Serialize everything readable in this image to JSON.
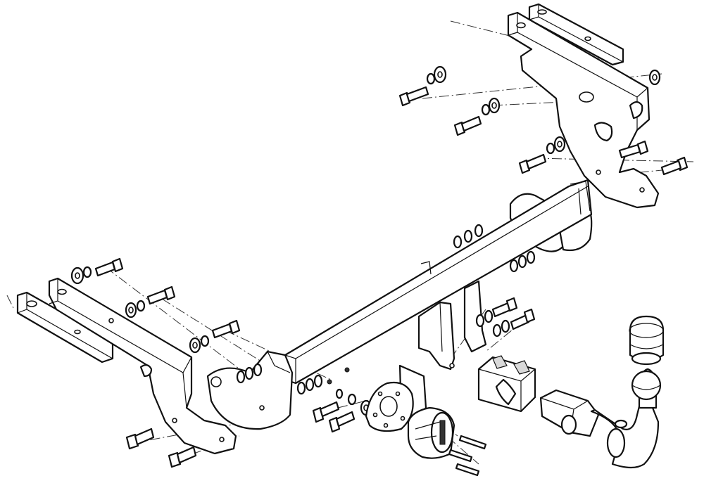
{
  "diagram": {
    "type": "exploded-assembly-drawing",
    "colors": {
      "line": "#111111",
      "background": "#ffffff",
      "shading": "#d9d9d9"
    },
    "parts": [
      {
        "id": "crossbar",
        "icon": "rectangular-tube"
      },
      {
        "id": "bracket-right-upper",
        "icon": "side-plate"
      },
      {
        "id": "bracket-left-lower",
        "icon": "side-plate"
      },
      {
        "id": "flat-strip-right",
        "icon": "slotted-strip"
      },
      {
        "id": "flat-strip-left",
        "icon": "slotted-strip"
      },
      {
        "id": "socket-plate",
        "icon": "round-plate"
      },
      {
        "id": "electrical-socket",
        "icon": "socket"
      },
      {
        "id": "tow-ball-neck",
        "icon": "ball-neck"
      },
      {
        "id": "tow-ball-cap",
        "icon": "ball-cap"
      },
      {
        "id": "receiver-lock",
        "icon": "receiver"
      },
      {
        "id": "bolts",
        "icon": "bolt"
      },
      {
        "id": "washers",
        "icon": "washer"
      },
      {
        "id": "nuts",
        "icon": "nut"
      }
    ]
  }
}
